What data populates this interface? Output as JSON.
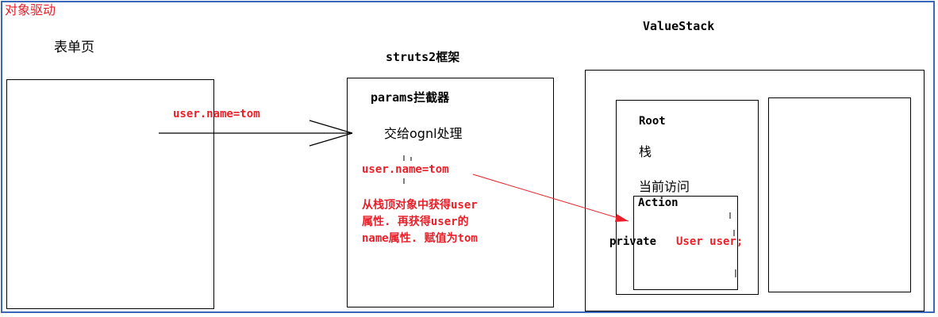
{
  "title": "对象驱动",
  "form_page": {
    "label": "表单页",
    "param": "user.name=tom"
  },
  "framework": {
    "label": "struts2框架",
    "interceptor": "params拦截器",
    "handoff": "交给ognl处理",
    "param": "user.name=tom",
    "explanation": [
      "从栈顶对象中获得user",
      "属性. 再获得user的",
      "name属性. 赋值为tom"
    ]
  },
  "value_stack": {
    "label": "ValueStack",
    "root": {
      "label": "Root",
      "stack": "栈",
      "current": "当前访问",
      "action": {
        "label": "Action",
        "field_keyword": "private",
        "field_decl": "User user;"
      }
    }
  },
  "colors": {
    "annotation": "#e8202a",
    "frame_border": "#3a67b7",
    "box_border": "#000000"
  }
}
